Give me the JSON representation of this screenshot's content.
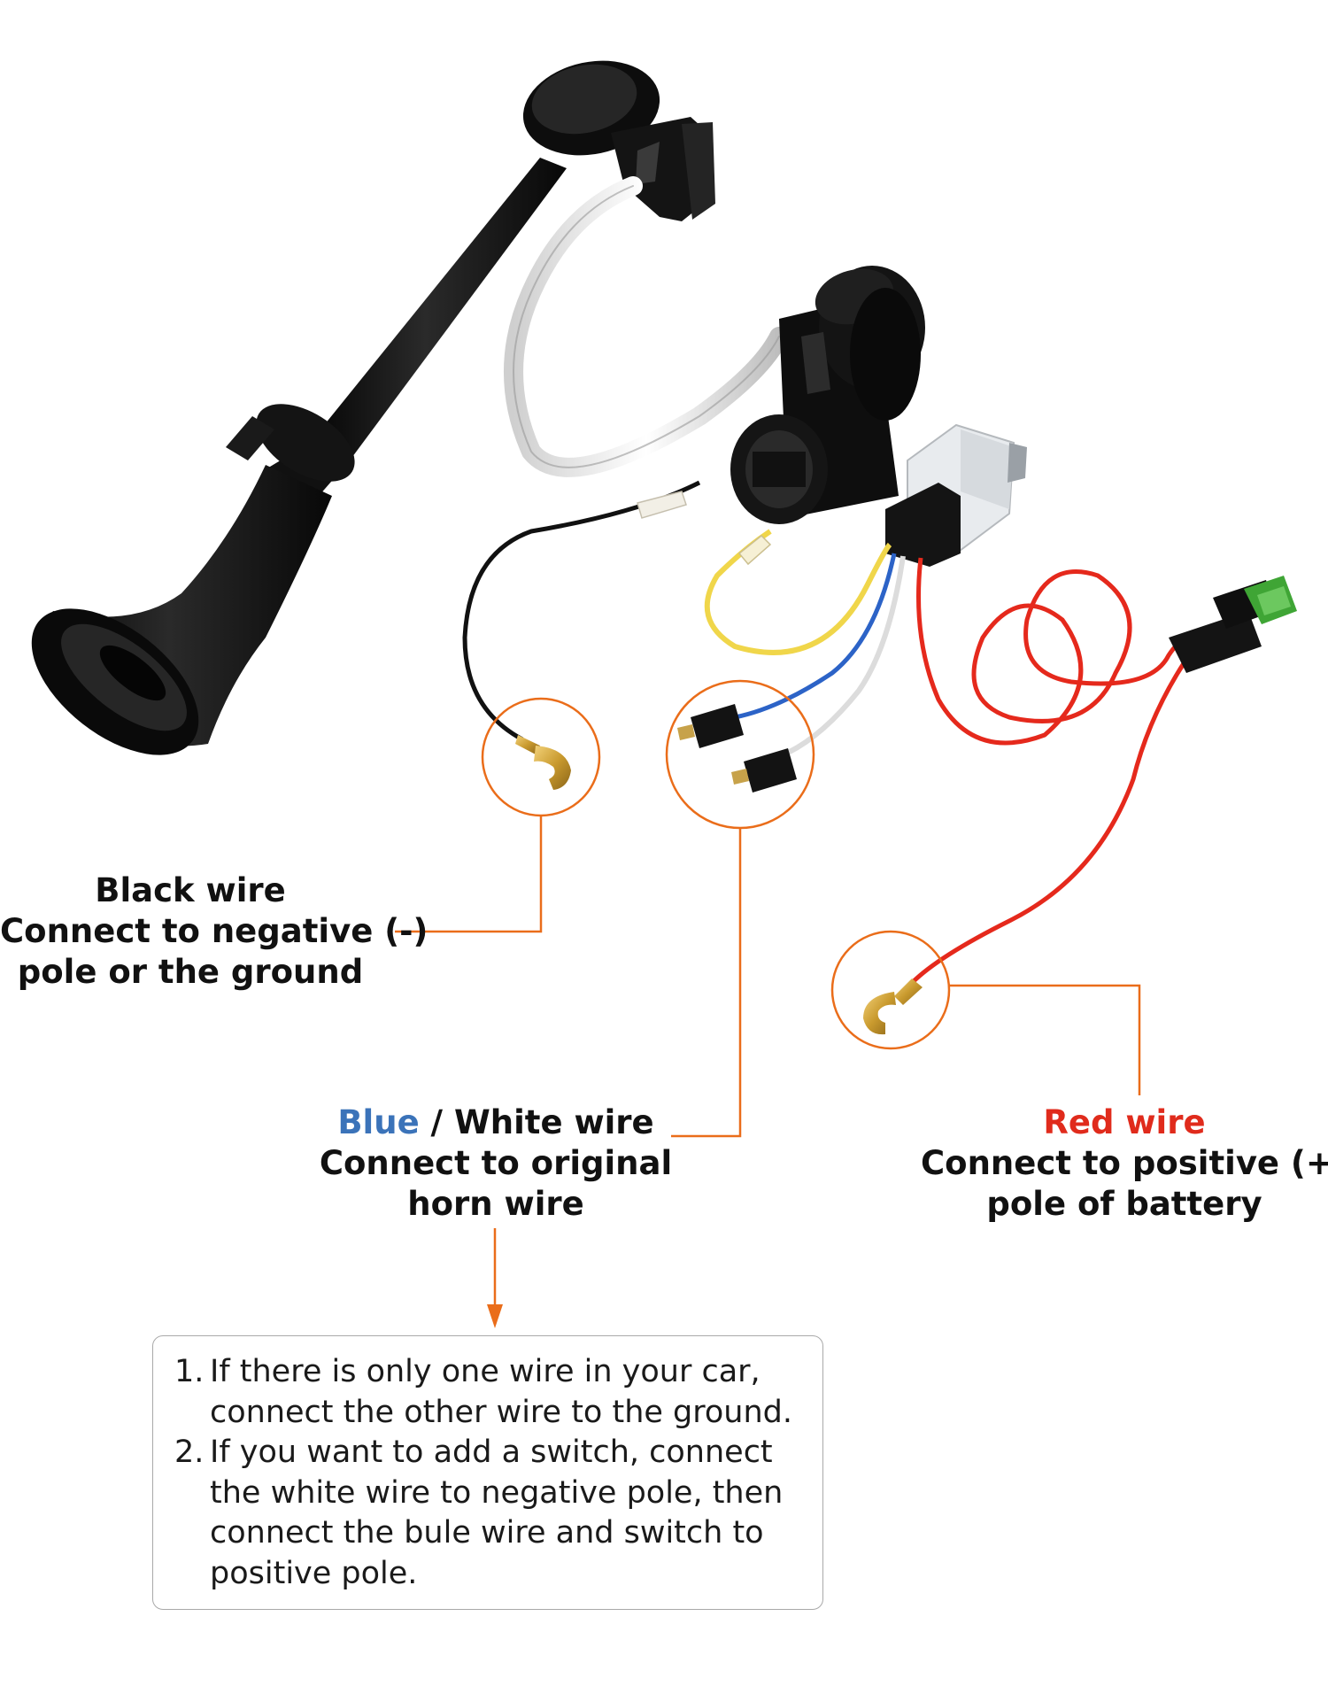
{
  "diagram": {
    "accent_color": "#ea6d1a",
    "blue_color": "#3b73b9",
    "red_color": "#e02b1c",
    "parts": {
      "horn": "trumpet-horn",
      "compressor": "air-compressor",
      "relay": "relay",
      "fuse": "fuse-holder",
      "terminals": [
        "black-wire-fork-terminal",
        "blue-white-wire-spade-connectors",
        "red-wire-fork-terminal"
      ]
    },
    "labels": {
      "black": {
        "line1": "Black wire",
        "line2": "Connect to negative (-)",
        "line3": "pole or the ground"
      },
      "blue_white": {
        "blue_word": "Blue",
        "rest_word": " / White wire",
        "line2": "Connect to original",
        "line3": "horn wire"
      },
      "red": {
        "line1": "Red wire",
        "line2": "Connect to positive (+)",
        "line3": "pole of battery"
      }
    },
    "tips": [
      {
        "num": "1.",
        "text": "If there is only one wire in your car, connect the other wire to the ground."
      },
      {
        "num": "2.",
        "text": "If you want to add a switch, connect the white wire to negative pole, then connect the bule wire and switch to positive pole."
      }
    ]
  }
}
